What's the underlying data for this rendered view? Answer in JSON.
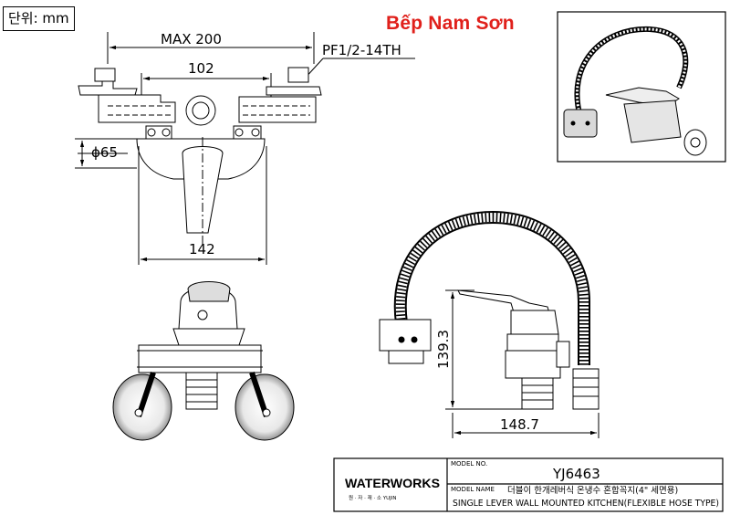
{
  "unit_label": "단위: mm",
  "watermark": "Bếp Nam Sơn",
  "dimensions": {
    "max_width": "MAX 200",
    "thread": "PF1/2-14TH",
    "center_distance": "102",
    "diameter": "ϕ65",
    "body_width": "142",
    "height": "139.3",
    "depth": "148.7"
  },
  "title_block": {
    "model_no_label": "MODEL NO.",
    "model_no": "YJ6463",
    "model_name_label": "MODEL NAME",
    "model_name_kr": "더블이 한개레버식 온냉수 혼합꼭지(4\" 세면용)",
    "model_name_en": "SINGLE LEVER WALL MOUNTED KITCHEN(FLEXIBLE HOSE TYPE)"
  },
  "logo": {
    "brand": "WATERWORKS",
    "sub": "원 · 자 · 재 · 소   YUJIN"
  }
}
